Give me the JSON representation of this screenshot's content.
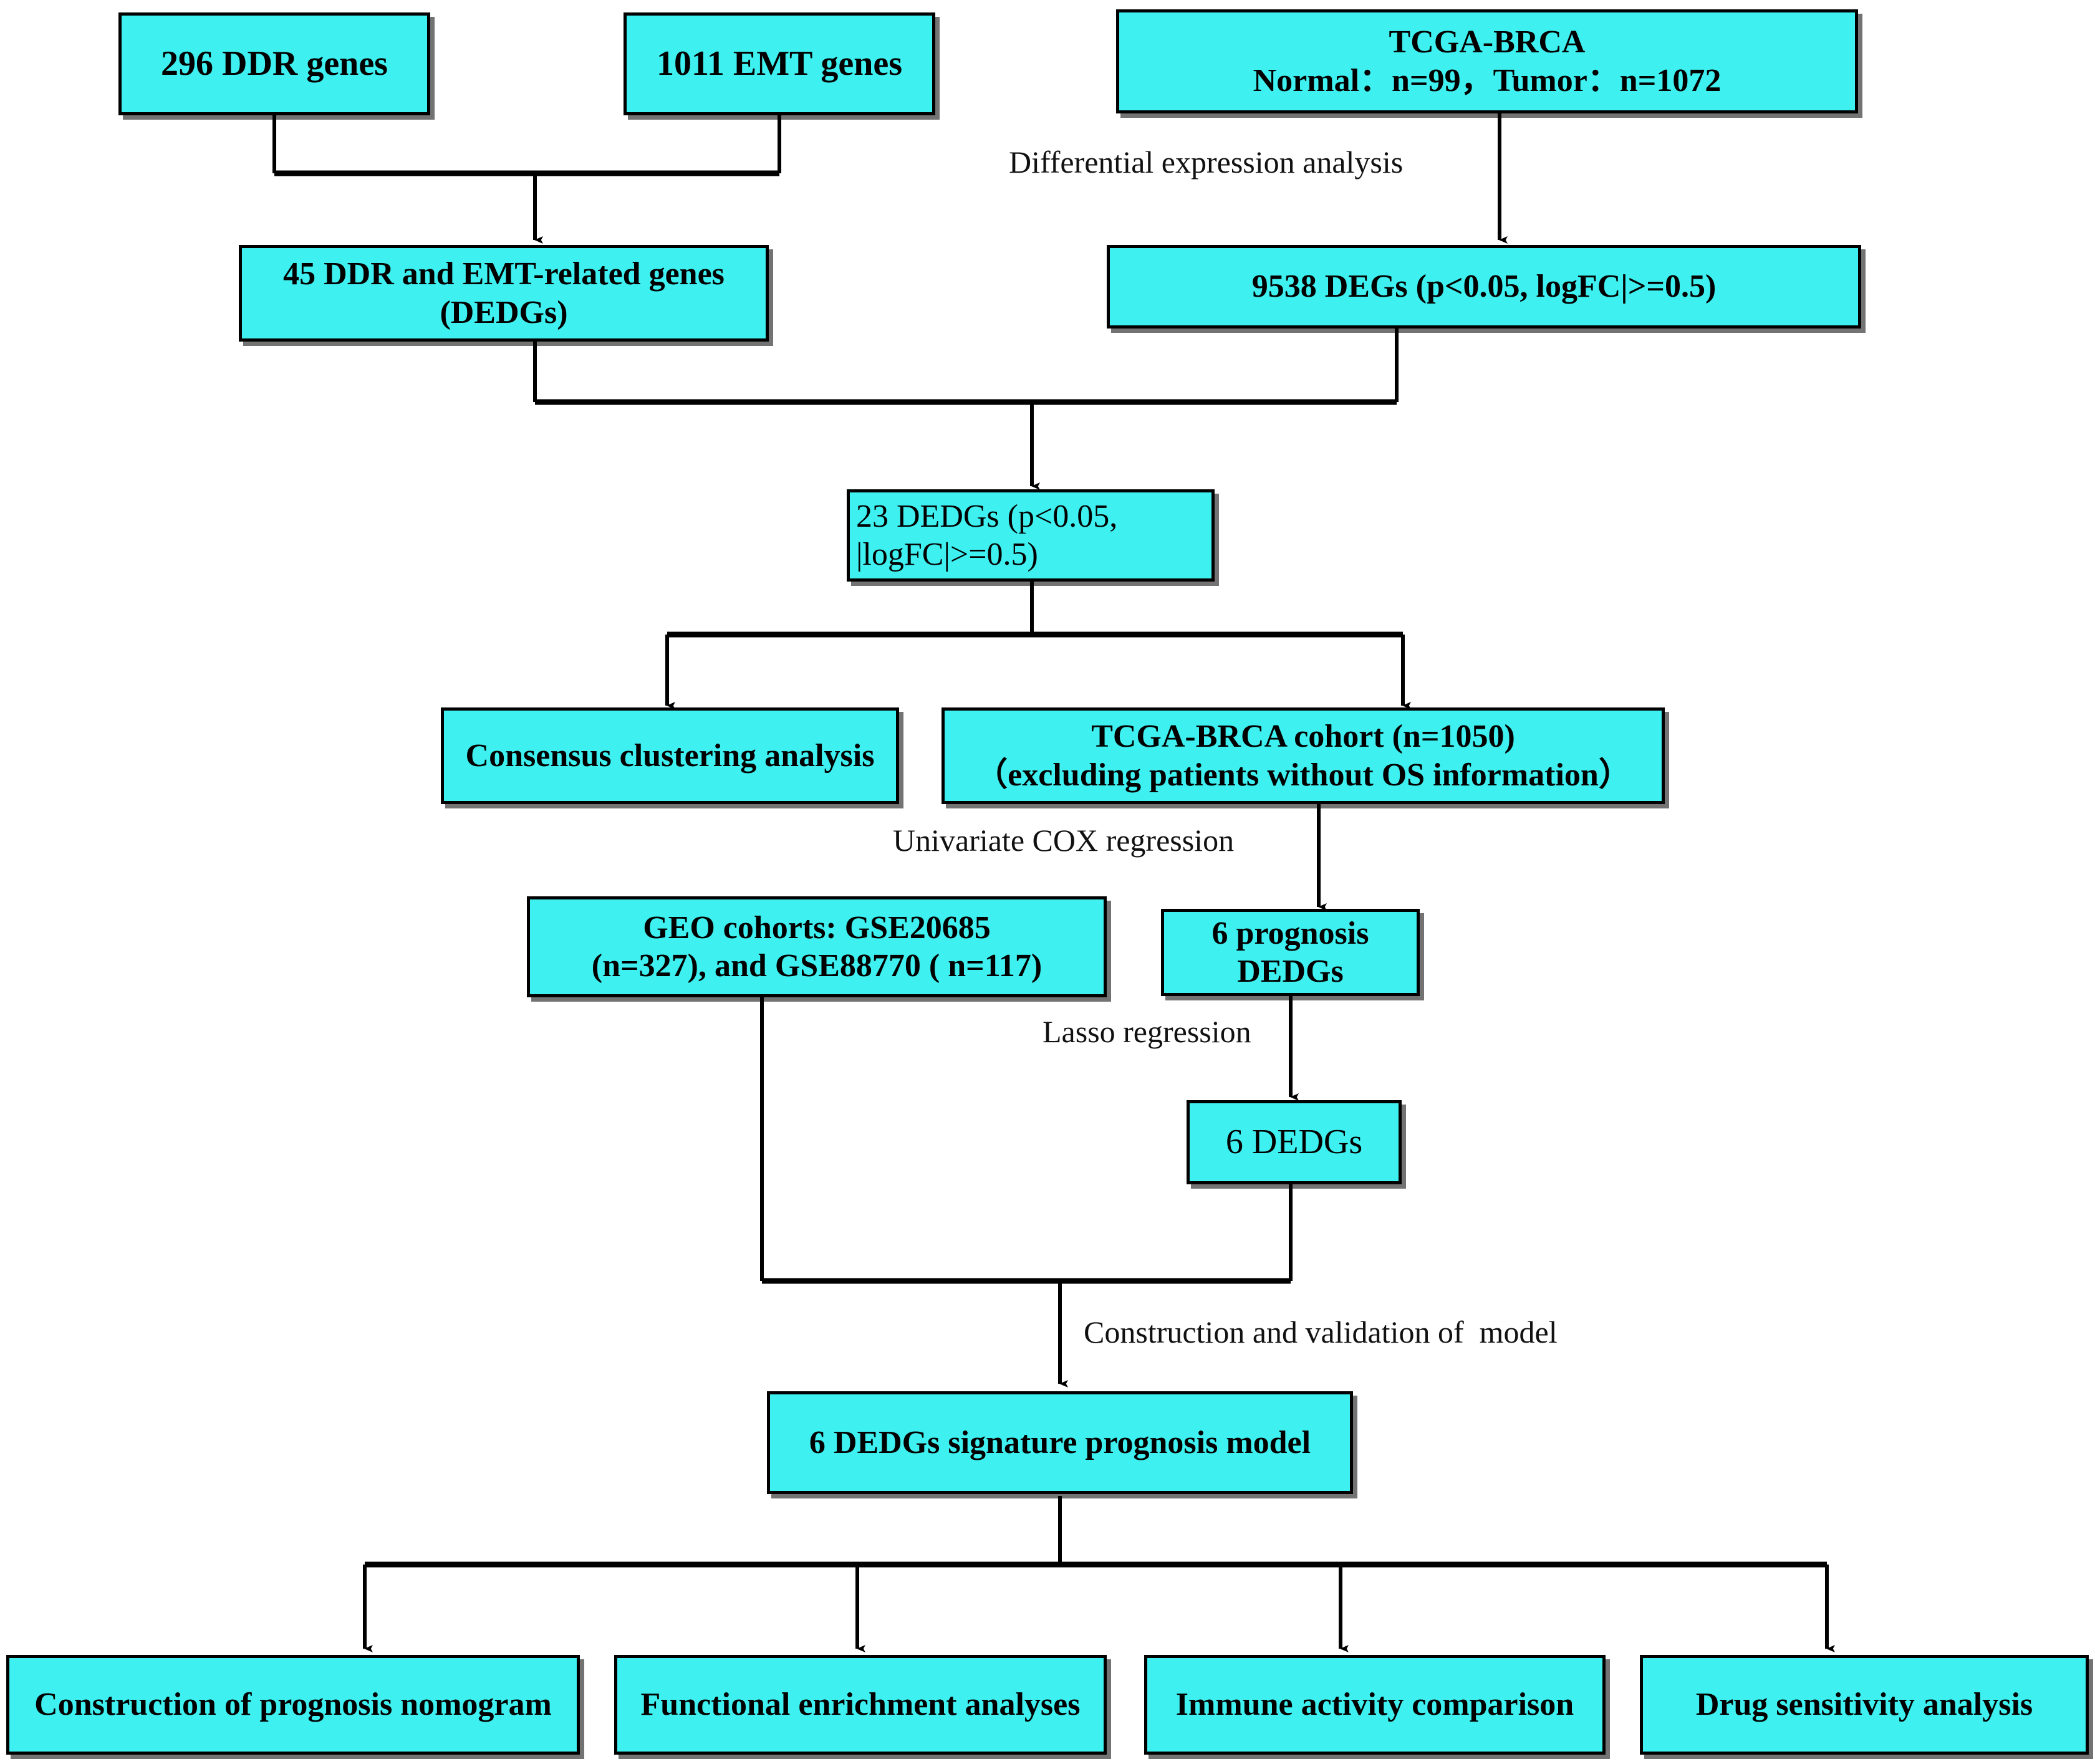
{
  "diagram": {
    "title": "DDR and EMT related gene signature study workflow",
    "colors": {
      "node_fill": "#3FF0F0",
      "node_border": "#000000",
      "edge": "#000000",
      "text": "#000000",
      "background": "#FFFFFF"
    },
    "nodes": [
      {
        "id": "ddr",
        "label": "296 DDR genes"
      },
      {
        "id": "emt",
        "label": "1011 EMT genes"
      },
      {
        "id": "tcga",
        "label": "TCGA-BRCA\nNormal：n=99，Tumor：n=1072"
      },
      {
        "id": "dedgs45",
        "label": "45 DDR and EMT-related genes\n(DEDGs)"
      },
      {
        "id": "degs9538",
        "label": "9538 DEGs (p<0.05, logFC|>=0.5)"
      },
      {
        "id": "dedgs23",
        "label": "23 DEDGs (p<0.05,\n|logFC|>=0.5)"
      },
      {
        "id": "consensus",
        "label": "Consensus clustering analysis"
      },
      {
        "id": "cohort",
        "label": "TCGA-BRCA cohort (n=1050)\n（excluding patients without OS information）"
      },
      {
        "id": "geo",
        "label": "GEO cohorts: GSE20685\n(n=327), and GSE88770 ( n=117)"
      },
      {
        "id": "prog6",
        "label": "6 prognosis\nDEDGs"
      },
      {
        "id": "dedgs6",
        "label": "6 DEDGs"
      },
      {
        "id": "model",
        "label": "6 DEDGs signature prognosis model"
      },
      {
        "id": "nomogram",
        "label": "Construction of prognosis nomogram"
      },
      {
        "id": "enrichment",
        "label": "Functional enrichment analyses"
      },
      {
        "id": "immune",
        "label": "Immune activity comparison"
      },
      {
        "id": "drug",
        "label": "Drug sensitivity analysis"
      }
    ],
    "edge_labels": [
      {
        "id": "diff-expression",
        "text": "Differential expression analysis"
      },
      {
        "id": "univariate-cox",
        "text": "Univariate COX regression"
      },
      {
        "id": "lasso",
        "text": "Lasso regression"
      },
      {
        "id": "construction",
        "text": "Construction and validation of  model"
      }
    ]
  }
}
